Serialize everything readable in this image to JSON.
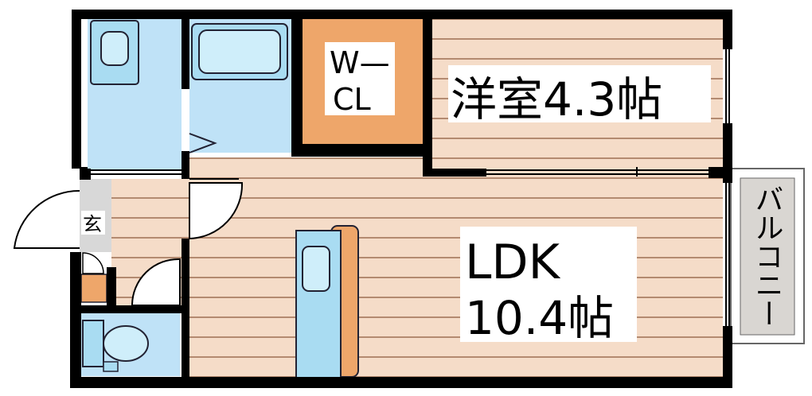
{
  "rooms": {
    "western": {
      "label": "洋室4.3帖"
    },
    "ldk": {
      "line1": "LDK",
      "line2": "10.4帖"
    },
    "closet": {
      "line1": "W—",
      "line2": "CL"
    },
    "entrance": {
      "label": "玄"
    },
    "balcony": {
      "label": "バルコニー"
    }
  },
  "colors": {
    "wall": "#000000",
    "floor_wood": "#f5dcc8",
    "floor_line": "#8c5a3c",
    "closet": "#eea66a",
    "wet_area": "#bfe2f7",
    "fixture": "#a9dcf2",
    "label_bg": "#ffffff"
  }
}
